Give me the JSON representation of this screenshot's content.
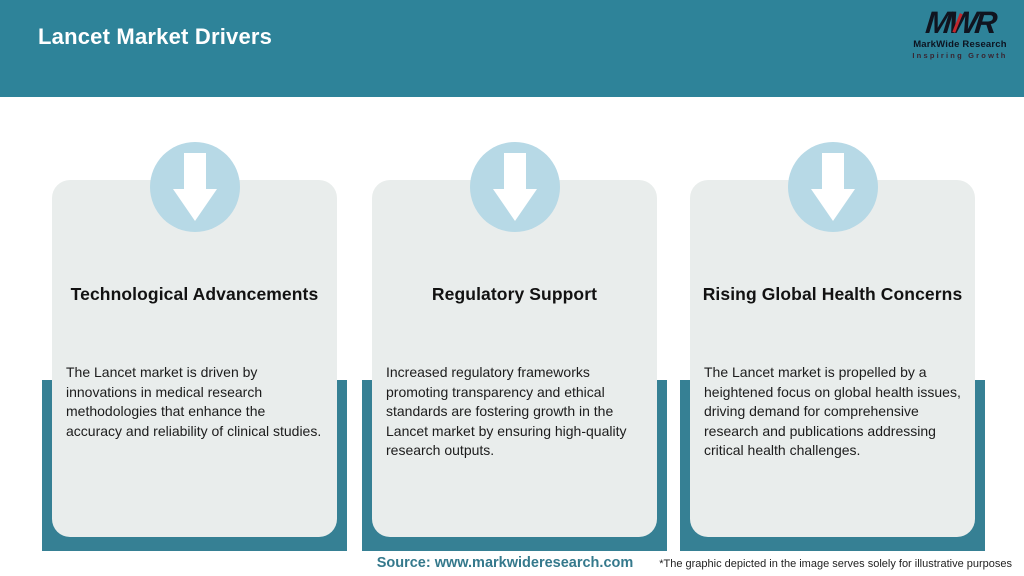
{
  "header": {
    "title": "Lancet Market Drivers",
    "background_color": "#2e8399",
    "logo": {
      "monogram": "MWR",
      "name": "MarkWide Research",
      "tagline": "Inspiring Growth",
      "monogram_color": "#10141f",
      "accent_color": "#c1272d"
    }
  },
  "cards": [
    {
      "icon": "down-arrow-icon",
      "title": "Technological Advancements",
      "body": "The Lancet market is driven by innovations in medical research methodologies that enhance the accuracy and reliability of clinical studies."
    },
    {
      "icon": "down-arrow-icon",
      "title": "Regulatory Support",
      "body": "Increased regulatory frameworks promoting transparency and ethical standards are fostering growth in the Lancet market by ensuring high-quality research outputs."
    },
    {
      "icon": "down-arrow-icon",
      "title": "Rising Global Health Concerns",
      "body": "The Lancet market is propelled by a heightened focus on global health issues, driving demand for comprehensive research and publications addressing critical health challenges."
    }
  ],
  "footer": {
    "source": "Source: www.markwideresearch.com",
    "disclaimer": "*The graphic depicted in the image serves solely for illustrative purposes"
  },
  "colors": {
    "header_teal": "#2e8399",
    "accent_bar_teal": "#368094",
    "card_gray": "#e9edec",
    "circle_blue": "#b7d9e6",
    "source_text_teal": "#35798c"
  }
}
